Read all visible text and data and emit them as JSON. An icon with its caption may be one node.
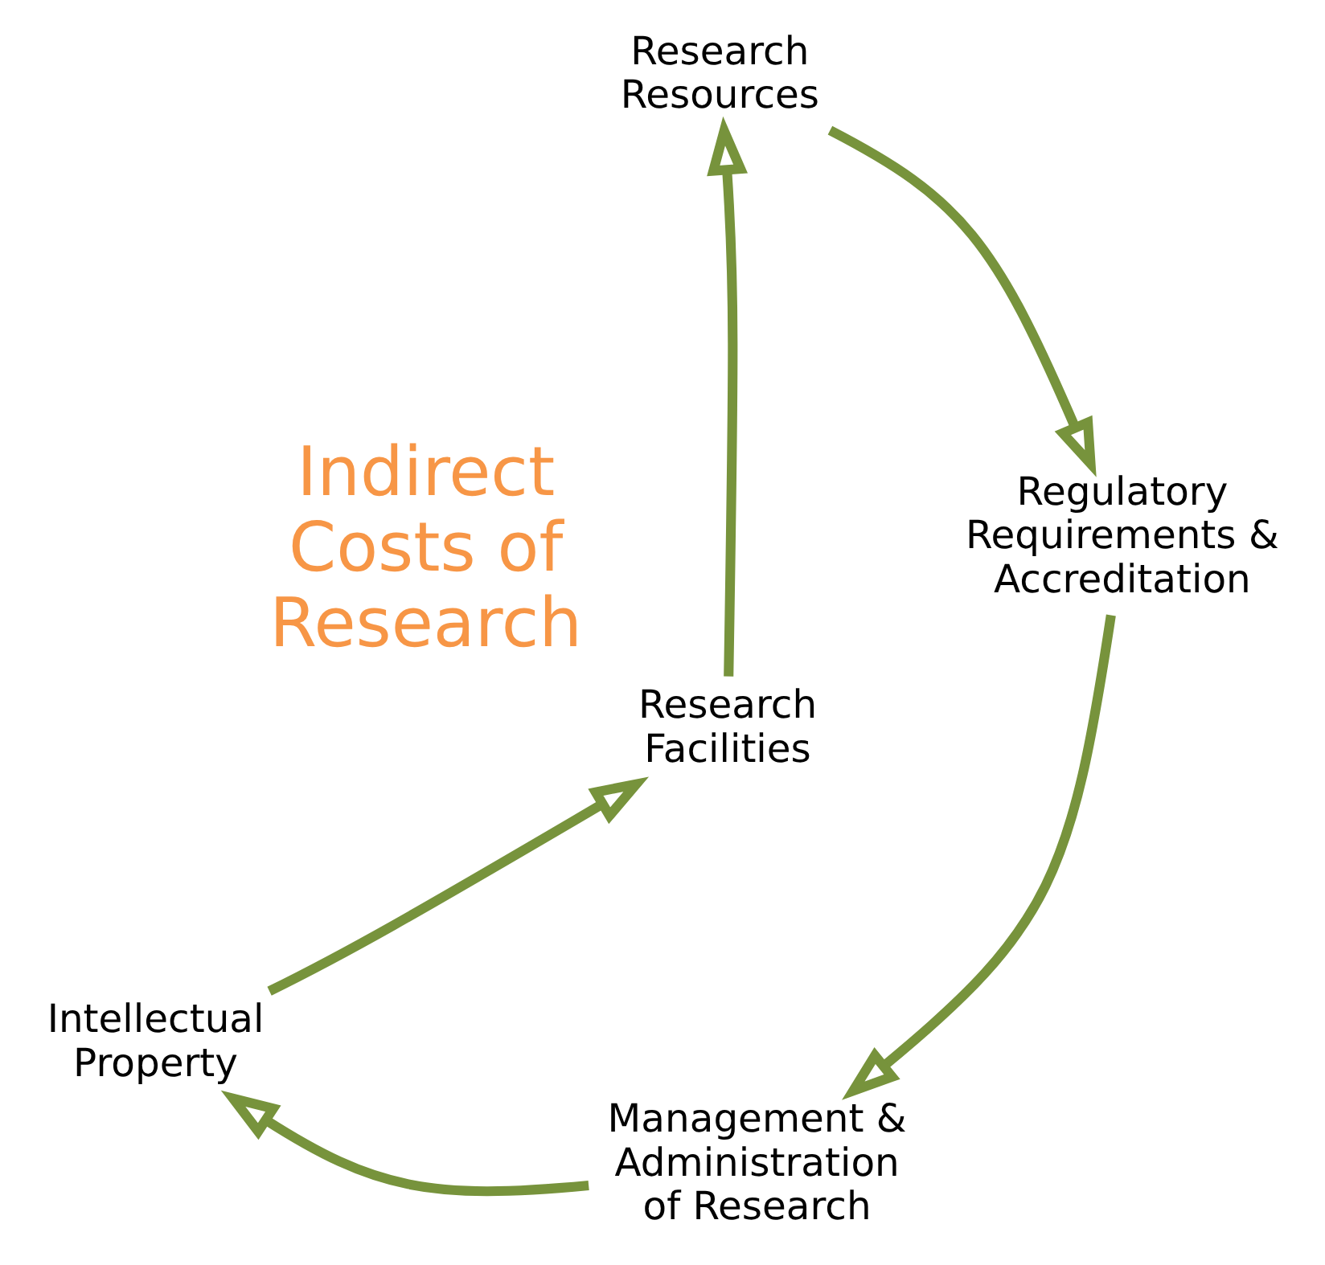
{
  "diagram": {
    "nodes": [
      {
        "text": [
          "Intellectual Property"
        ]
      },
      {
        "text": [
          "Research Facilities"
        ]
      },
      {
        "text": [
          "Management & Administration of Research"
        ]
      },
      {
        "text": [
          "Research Resources"
        ]
      },
      {
        "text": [
          "Regulatory Requirements & Accreditation"
        ]
      }
    ],
    "edges": [
      {
        "from": 0,
        "to": 1,
        "arrow": "to"
      },
      {
        "from": 1,
        "to": 3,
        "arrow": "to"
      },
      {
        "from": 3,
        "to": 4,
        "arrow": "to"
      },
      {
        "from": 4,
        "to": 2,
        "arrow": "to"
      },
      {
        "from": 2,
        "to": 0,
        "arrow": "to"
      }
    ],
    "labels": [
      "Indirect Costs of Research"
    ]
  }
}
